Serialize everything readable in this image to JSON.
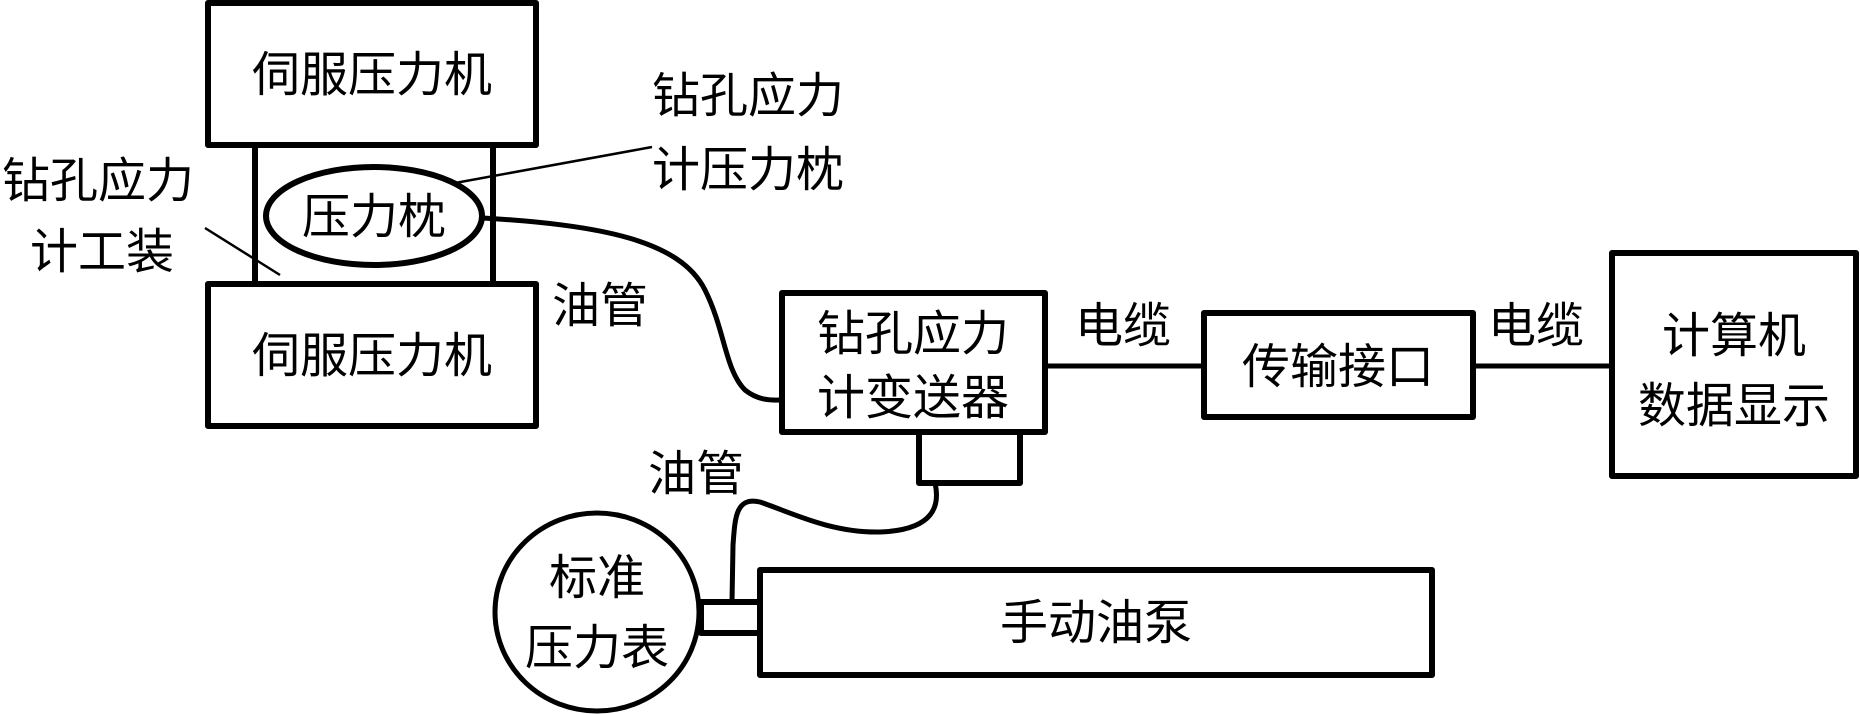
{
  "diagram": {
    "title": "钻孔应力计标定系统示意图",
    "nodes": {
      "servo_press_top": {
        "label": "伺服压力机"
      },
      "servo_press_bottom": {
        "label": "伺服压力机"
      },
      "pressure_pillow": {
        "label": "压力枕"
      },
      "transmitter": {
        "line1": "钻孔应力",
        "line2": "计变送器"
      },
      "interface": {
        "label": "传输接口"
      },
      "computer": {
        "line1": "计算机",
        "line2": "数据显示"
      },
      "gauge": {
        "line1": "标准",
        "line2": "压力表"
      },
      "pump": {
        "label": "手动油泵"
      }
    },
    "annotations": {
      "fixture": {
        "line1": "钻孔应力",
        "line2": "计工装"
      },
      "pillow_callout": {
        "line1": "钻孔应力",
        "line2": "计压力枕"
      },
      "oil_pipe_upper": "油管",
      "oil_pipe_lower": "油管",
      "cable_1": "电缆",
      "cable_2": "电缆"
    },
    "edges": [
      {
        "from": "pressure_pillow",
        "to": "transmitter",
        "label": "油管"
      },
      {
        "from": "transmitter",
        "to": "interface",
        "label": "电缆"
      },
      {
        "from": "interface",
        "to": "computer",
        "label": "电缆"
      },
      {
        "from": "transmitter",
        "to": "gauge",
        "label": "油管"
      },
      {
        "from": "gauge",
        "to": "pump",
        "label": ""
      }
    ]
  }
}
